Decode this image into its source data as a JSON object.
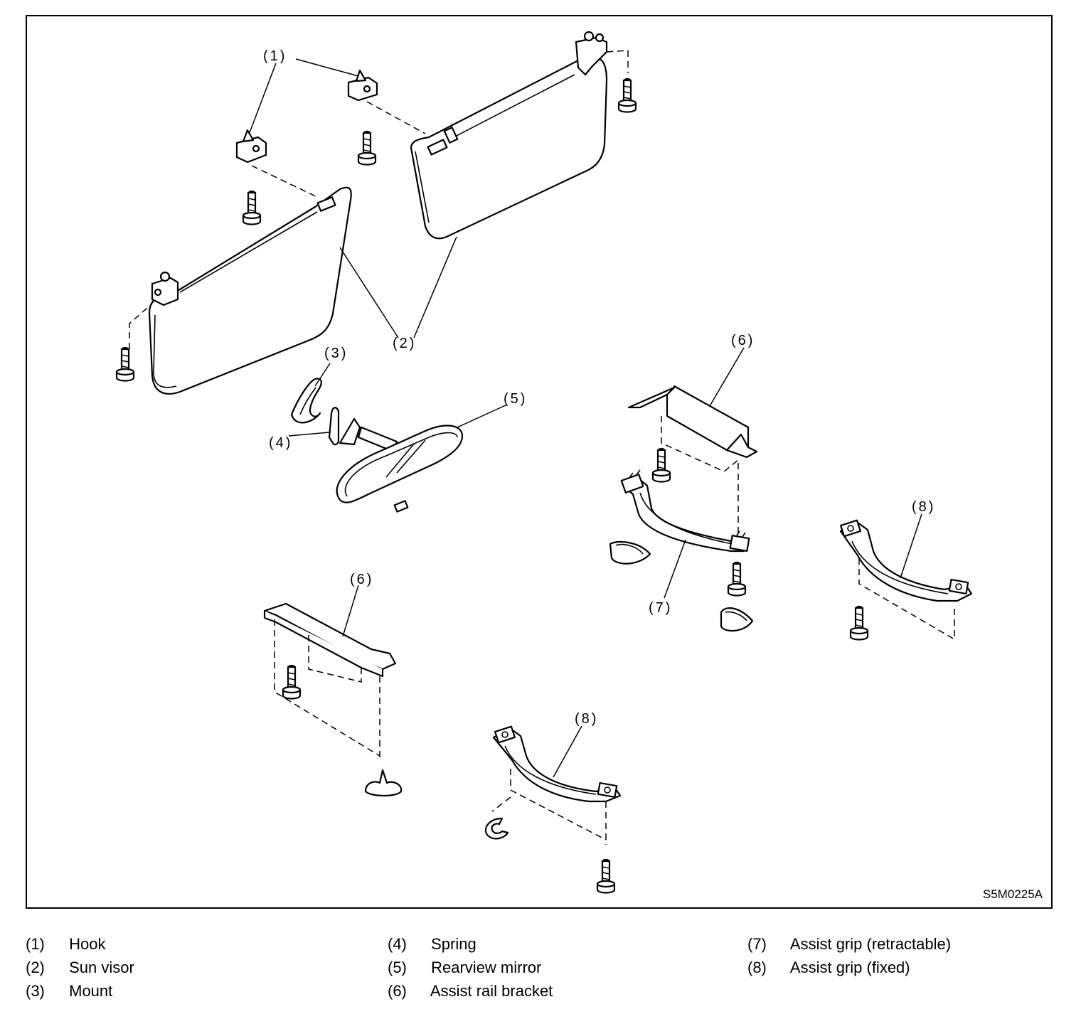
{
  "figure_code": "S5M0225A",
  "callouts": {
    "c1": "(1)",
    "c2": "(2)",
    "c3": "(3)",
    "c4": "(4)",
    "c5": "(5)",
    "c6a": "(6)",
    "c6b": "(6)",
    "c7": "(7)",
    "c8a": "(8)",
    "c8b": "(8)"
  },
  "legend": [
    {
      "num": "(1)",
      "label": "Hook"
    },
    {
      "num": "(2)",
      "label": "Sun visor"
    },
    {
      "num": "(3)",
      "label": "Mount"
    },
    {
      "num": "(4)",
      "label": "Spring"
    },
    {
      "num": "(5)",
      "label": "Rearview mirror"
    },
    {
      "num": "(6)",
      "label": "Assist rail bracket"
    },
    {
      "num": "(7)",
      "label": "Assist grip (retractable)"
    },
    {
      "num": "(8)",
      "label": "Assist grip (fixed)"
    }
  ]
}
